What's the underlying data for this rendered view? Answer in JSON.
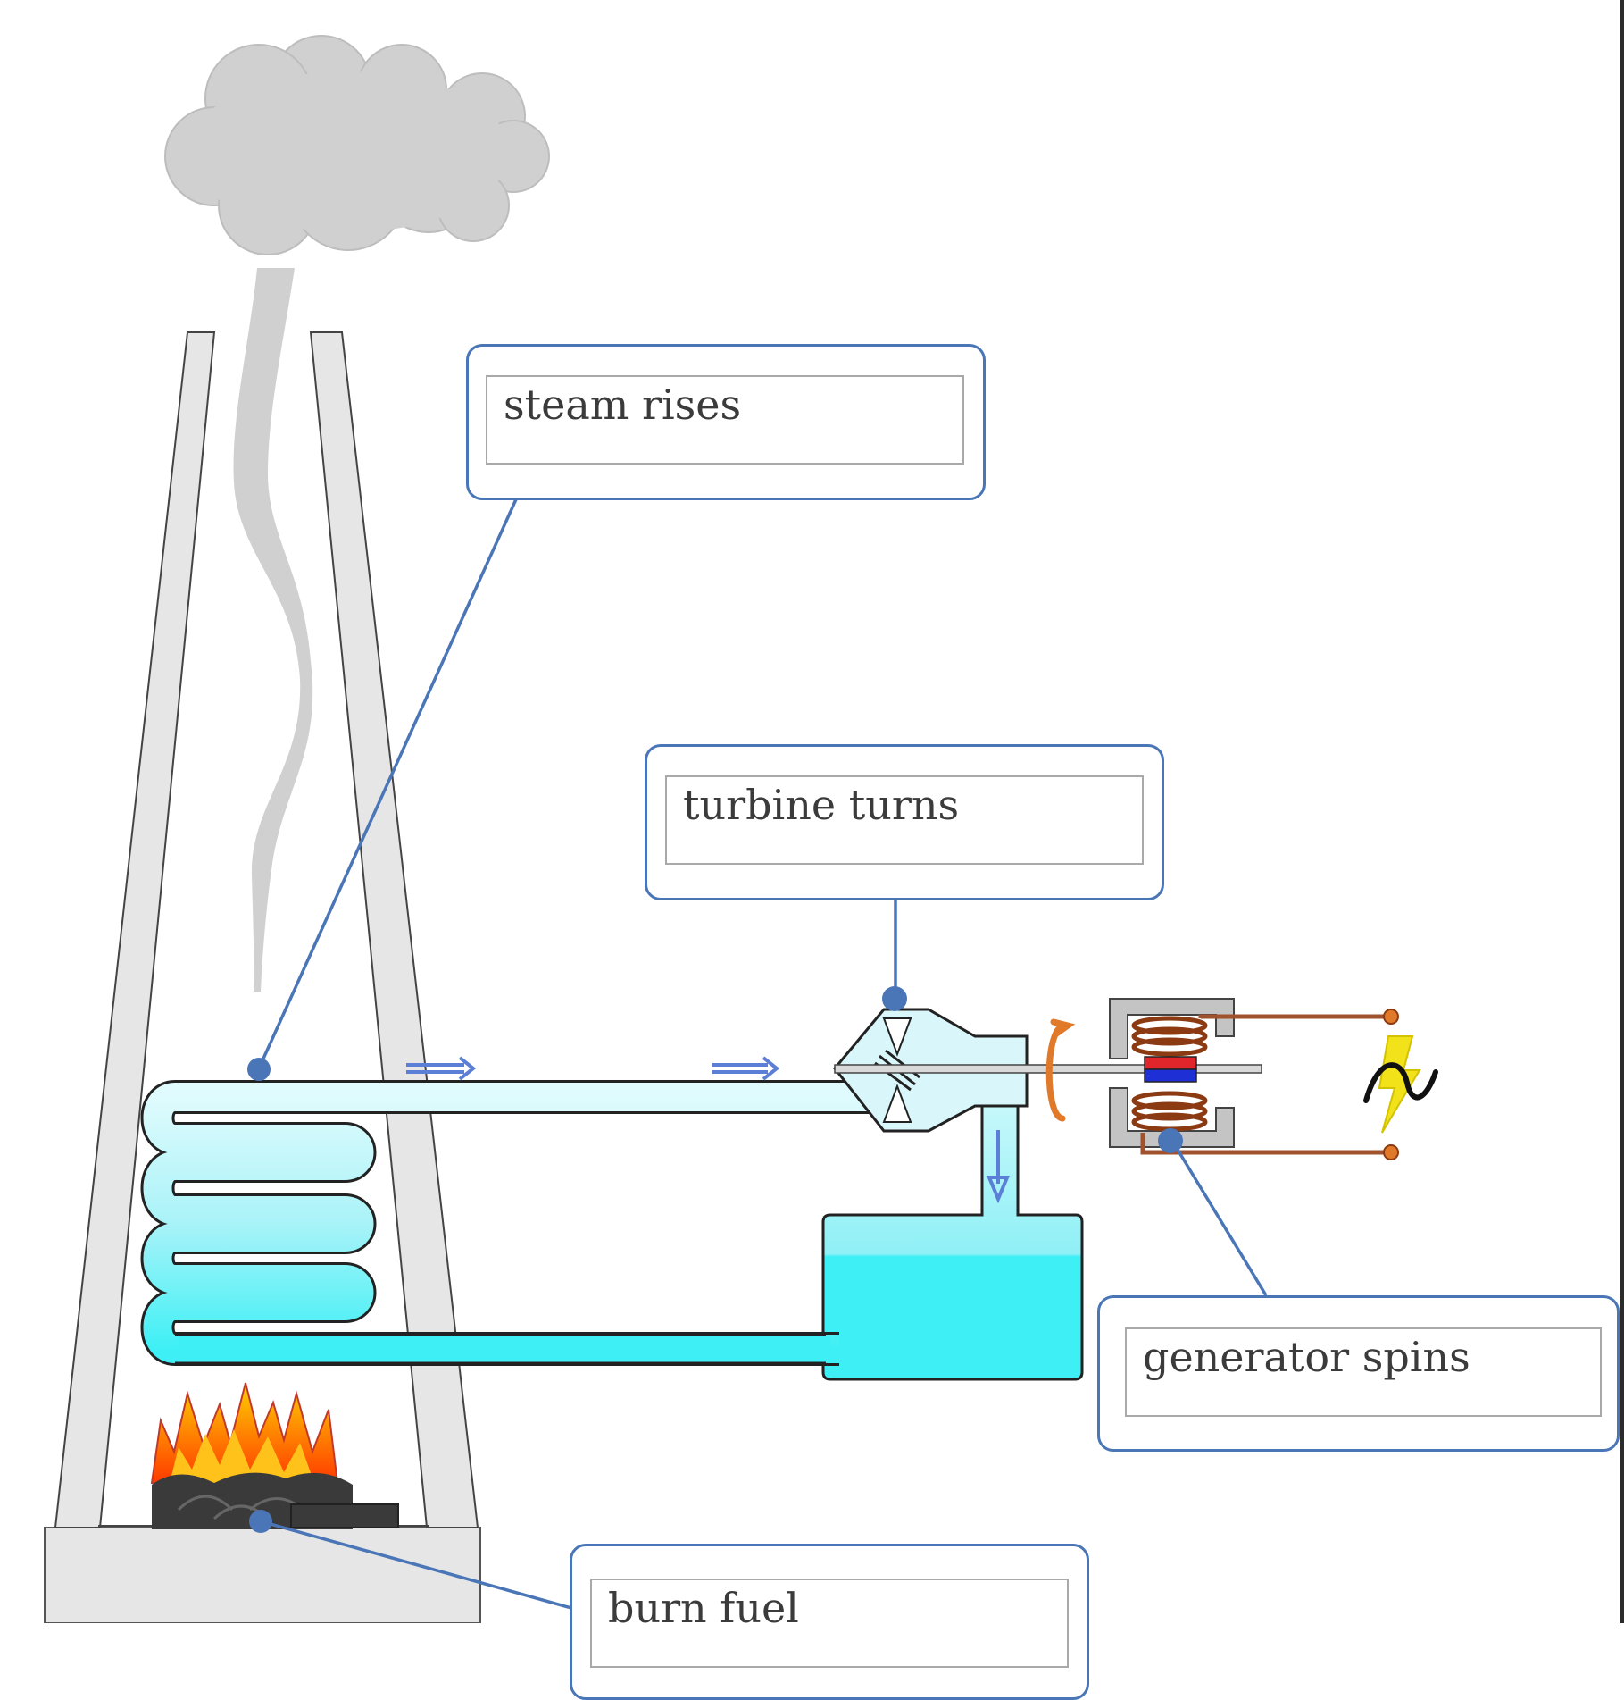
{
  "labels": {
    "steam": "steam rises",
    "turbine": "turbine turns",
    "generator": "generator spins",
    "fuel": "burn fuel"
  },
  "colors": {
    "label_border": "#4a76b8",
    "pipe_water": "#c9f6fb",
    "tank_water": "#3ef0f5",
    "chimney": "#e6e6e6",
    "smoke": "#cfcfcf",
    "copper": "#a0522d",
    "lightning": "#f2e21a"
  },
  "icons": [
    "smoke-cloud-icon",
    "fire-icon",
    "lightning-bolt-icon",
    "ac-wave-icon",
    "rotation-arrow-icon",
    "flow-arrow-icon"
  ]
}
